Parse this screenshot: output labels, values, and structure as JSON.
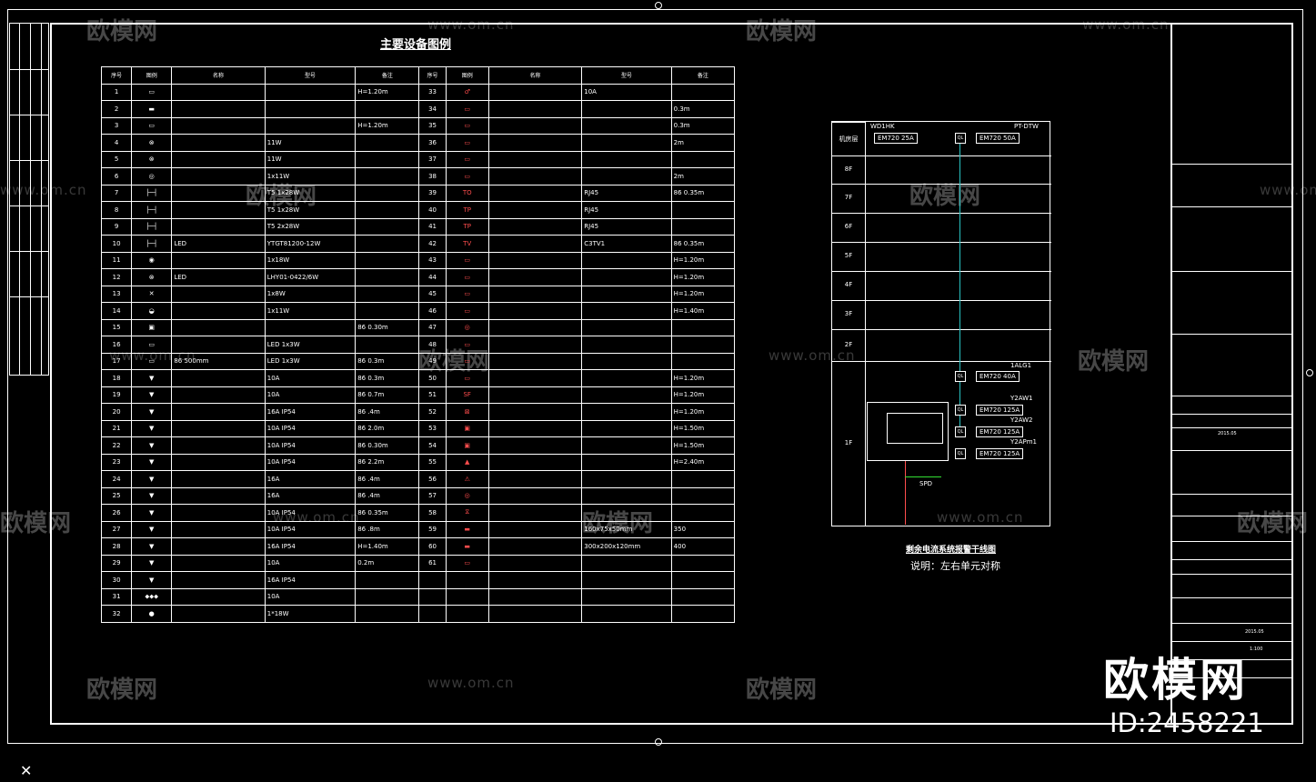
{
  "sheet": {
    "title": "主要设备图例",
    "caption_riser": "剩余电流系统报警干线图",
    "caption_note": "说明：左右单元对称",
    "brand": "欧模网",
    "brand_id": "ID:2458221",
    "watermark_cn": "欧模网",
    "watermark_url": "www.om.cn"
  },
  "legend": {
    "headers": [
      "序号",
      "图例",
      "名称",
      "型号",
      "备注",
      "序号",
      "图例",
      "名称",
      "型号",
      "备注"
    ],
    "rows": [
      [
        "1",
        "▭",
        "",
        "",
        "H=1.20m",
        "33",
        "♂",
        "",
        "10A",
        ""
      ],
      [
        "2",
        "▬",
        "",
        "",
        "",
        "34",
        "▭",
        "",
        "",
        "0.3m"
      ],
      [
        "3",
        "▭",
        "",
        "",
        "H=1.20m",
        "35",
        "▭",
        "",
        "",
        "0.3m"
      ],
      [
        "4",
        "⊗",
        "",
        "11W",
        "",
        "36",
        "▭",
        "",
        "",
        "2m"
      ],
      [
        "5",
        "⊗",
        "",
        "11W",
        "",
        "37",
        "▭",
        "",
        "",
        ""
      ],
      [
        "6",
        "◎",
        "",
        "1x11W",
        "",
        "38",
        "▭",
        "",
        "",
        "2m"
      ],
      [
        "7",
        "├─┤",
        "",
        "T5 1x28W",
        "",
        "39",
        "TO",
        "",
        "RJ45",
        "86 0.35m"
      ],
      [
        "8",
        "├─┤",
        "",
        "T5 1x28W",
        "",
        "40",
        "TP",
        "",
        "RJ45",
        ""
      ],
      [
        "9",
        "├─┤",
        "",
        "T5 2x28W",
        "",
        "41",
        "TP",
        "",
        "RJ45",
        ""
      ],
      [
        "10",
        "├─┤",
        "LED",
        "YTGT81200-12W",
        "",
        "42",
        "TV",
        "",
        "C3TV1",
        "86 0.35m"
      ],
      [
        "11",
        "◉",
        "",
        "1x18W",
        "",
        "43",
        "▭",
        "",
        "",
        "H=1.20m"
      ],
      [
        "12",
        "⊗",
        "LED",
        "LHY01-0422/6W",
        "",
        "44",
        "▭",
        "",
        "",
        "H=1.20m"
      ],
      [
        "13",
        "✕",
        "",
        "1x8W",
        "",
        "45",
        "▭",
        "",
        "",
        "H=1.20m"
      ],
      [
        "14",
        "◒",
        "",
        "1x11W",
        "",
        "46",
        "▭",
        "",
        "",
        "H=1.40m"
      ],
      [
        "15",
        "▣",
        "",
        "",
        "86 0.30m",
        "47",
        "◎",
        "",
        "",
        ""
      ],
      [
        "16",
        "▭",
        "",
        "LED 1x3W",
        "",
        "48",
        "▭",
        "",
        "",
        ""
      ],
      [
        "17",
        "▭",
        "86 500mm",
        "LED 1x3W",
        "86 0.3m",
        "49",
        "▭",
        "",
        "",
        ""
      ],
      [
        "18",
        "▼",
        "",
        "10A",
        "86 0.3m",
        "50",
        "▭",
        "",
        "",
        "H=1.20m"
      ],
      [
        "19",
        "▼",
        "",
        "10A",
        "86 0.7m",
        "51",
        "SF",
        "",
        "",
        "H=1.20m"
      ],
      [
        "20",
        "▼",
        "",
        "16A  IP54",
        "86 .4m",
        "52",
        "⊠",
        "",
        "",
        "H=1.20m"
      ],
      [
        "21",
        "▼",
        "",
        "10A  IP54",
        "86 2.0m",
        "53",
        "▣",
        "",
        "",
        "H=1.50m"
      ],
      [
        "22",
        "▼",
        "",
        "10A  IP54",
        "86 0.30m",
        "54",
        "▣",
        "",
        "",
        "H=1.50m"
      ],
      [
        "23",
        "▼",
        "",
        "10A  IP54",
        "86 2.2m",
        "55",
        "▲",
        "",
        "",
        "H=2.40m"
      ],
      [
        "24",
        "▼",
        "",
        "16A",
        "86 .4m",
        "56",
        "⚠",
        "",
        "",
        ""
      ],
      [
        "25",
        "▼",
        "",
        "16A",
        "86 .4m",
        "57",
        "◎",
        "",
        "",
        ""
      ],
      [
        "26",
        "▼",
        "",
        "10A  IP54",
        "86 0.35m",
        "58",
        "⧖",
        "",
        "",
        ""
      ],
      [
        "27",
        "▼",
        "",
        "10A  IP54",
        "86 .8m",
        "59",
        "▬",
        "",
        "160x75x50mm",
        "350"
      ],
      [
        "28",
        "▼",
        "",
        "16A  IP54",
        "H=1.40m",
        "60",
        "▬",
        "",
        "300x200x120mm",
        "400"
      ],
      [
        "29",
        "▼",
        "",
        "10A",
        "0.2m",
        "61",
        "▭",
        "",
        "",
        ""
      ],
      [
        "30",
        "▼",
        "",
        "16A  IP54",
        "",
        "",
        "",
        "",
        "",
        ""
      ],
      [
        "31",
        "⬥⬥⬥",
        "",
        "10A",
        "",
        "",
        "",
        "",
        "",
        ""
      ],
      [
        "32",
        "●",
        "",
        "1*18W",
        "",
        "",
        "",
        "",
        "",
        ""
      ]
    ]
  },
  "riser": {
    "floors": [
      "机房层",
      "8F",
      "7F",
      "6F",
      "5F",
      "4F",
      "3F",
      "2F",
      "1F"
    ],
    "top_left_label": "WD1HK",
    "top_left_breaker": "EM720   25A",
    "top_right_label": "PT-DTW",
    "top_right_breaker": "EM720   50A",
    "ql": "QL",
    "feeders": [
      {
        "label": "1ALG1",
        "breaker": "EM720   40A"
      },
      {
        "label": "Y2AW1",
        "breaker": "EM720   125A"
      },
      {
        "label": "Y2AW2",
        "breaker": "EM720   125A"
      },
      {
        "label": "Y2APm1",
        "breaker": "EM720   125A"
      }
    ],
    "spd": "SPD"
  },
  "titleblock": {
    "date1": "2015.05",
    "date2": "2015.05",
    "scale": "1:100"
  },
  "colors": {
    "background": "#000000",
    "line": "#ffffff",
    "symbol_green": "#33e033",
    "symbol_red": "#ff4d4d",
    "riser_cyan": "#29c4c4",
    "note_red": "#ff3333"
  }
}
